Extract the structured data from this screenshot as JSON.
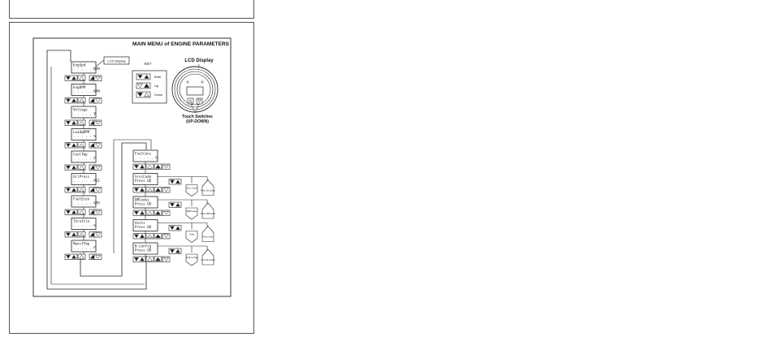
{
  "title": "MAIN MENU of ENGINE PARAMETERS",
  "key": {
    "title": "KEY",
    "rows": [
      "Both",
      "Up",
      "Down"
    ]
  },
  "display": {
    "label": "LCD Display",
    "switches_label_1": "Touch Switches",
    "switches_label_2": "(UP-DOWN)"
  },
  "callout_lcd": "LCD Display",
  "left_screens": [
    [
      "EngSpd",
      ". . . . . RPM"
    ],
    [
      "EngRPM",
      ". . . . . RPM"
    ],
    [
      "Voltage",
      ". . . . . V"
    ],
    [
      "Load@RPM",
      ". . . . . %"
    ],
    [
      "CoolTmp",
      ". . . . . F"
    ],
    [
      "OilPress",
      ". . . . . PSI"
    ],
    [
      "FuelEcon",
      ". . . . . GPH"
    ],
    [
      "Throttle",
      ". . . . . %"
    ],
    [
      "ManifTmp",
      ". . . . . F"
    ]
  ],
  "right_screens": [
    [
      "FuelCons",
      ". . . . . G"
    ],
    [
      "SrvcCode",
      "Press UD"
    ],
    [
      "DMCodes",
      "Press UD"
    ],
    [
      "Units",
      "Press UD"
    ],
    [
      "B-Config",
      "Press UD"
    ]
  ],
  "diamonds_near": [
    "Srvc Code",
    "DMCodes",
    "Units",
    "To B-Config",
    "To B-Config"
  ],
  "diamonds_far": [
    "From SrvcCode",
    "From DMCodes",
    "From Units",
    "From B-Config"
  ],
  "colors": {
    "line": "#222222",
    "panel_border": "#333333"
  }
}
